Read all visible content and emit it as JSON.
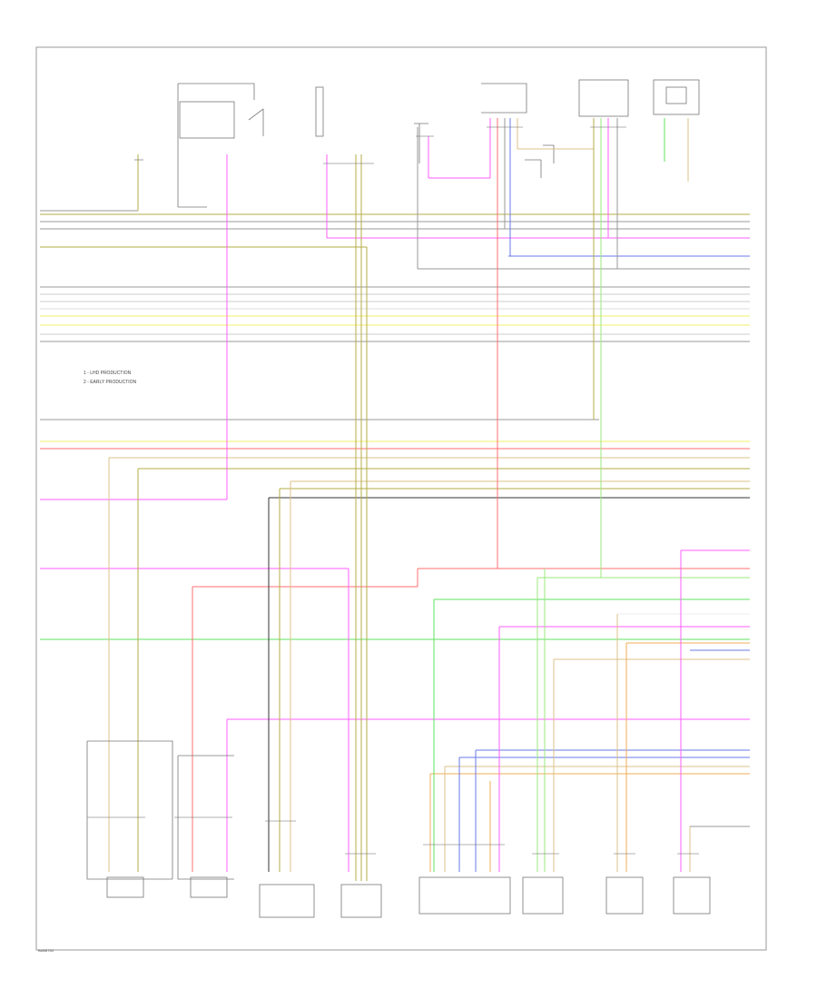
{
  "legend": {
    "item1": "1 - LHD PRODUCTION",
    "item2": "2 - EARLY PRODUCTION"
  },
  "page_id": "BAB8765",
  "colors": {
    "red": "#ff6f6f",
    "pink": "#ff5cff",
    "yellow": "#f3ef6a",
    "tan": "#dcc28a",
    "olive": "#b5ad45",
    "green": "#5fe35f",
    "lightgreen": "#9be87e",
    "blue": "#6a78e8",
    "black": "#333333",
    "gray": "#9a9a9a",
    "orange": "#f1ae5a",
    "brown": "#9a7a38"
  }
}
